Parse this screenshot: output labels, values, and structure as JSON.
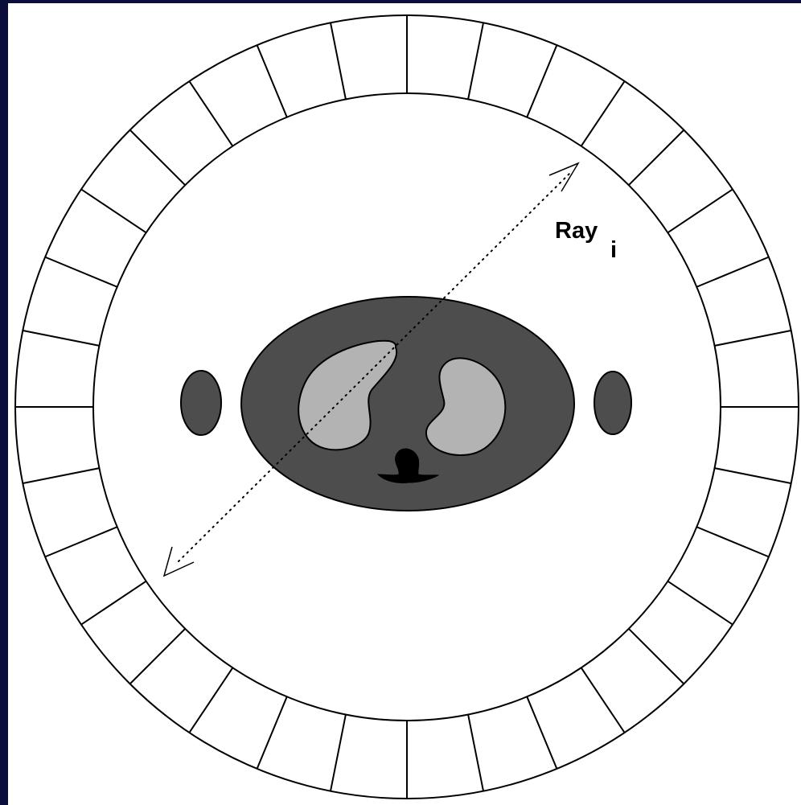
{
  "diagram": {
    "ray_label": "Ray",
    "ray_subscript": "i",
    "detector_count": 32,
    "colors": {
      "frame": "#0b0d3a",
      "background": "#ffffff",
      "body": "#4d4d4d",
      "lungs": "#b3b3b3",
      "spine": "#000000",
      "arms": "#4d4d4d",
      "outline": "#000000"
    }
  }
}
